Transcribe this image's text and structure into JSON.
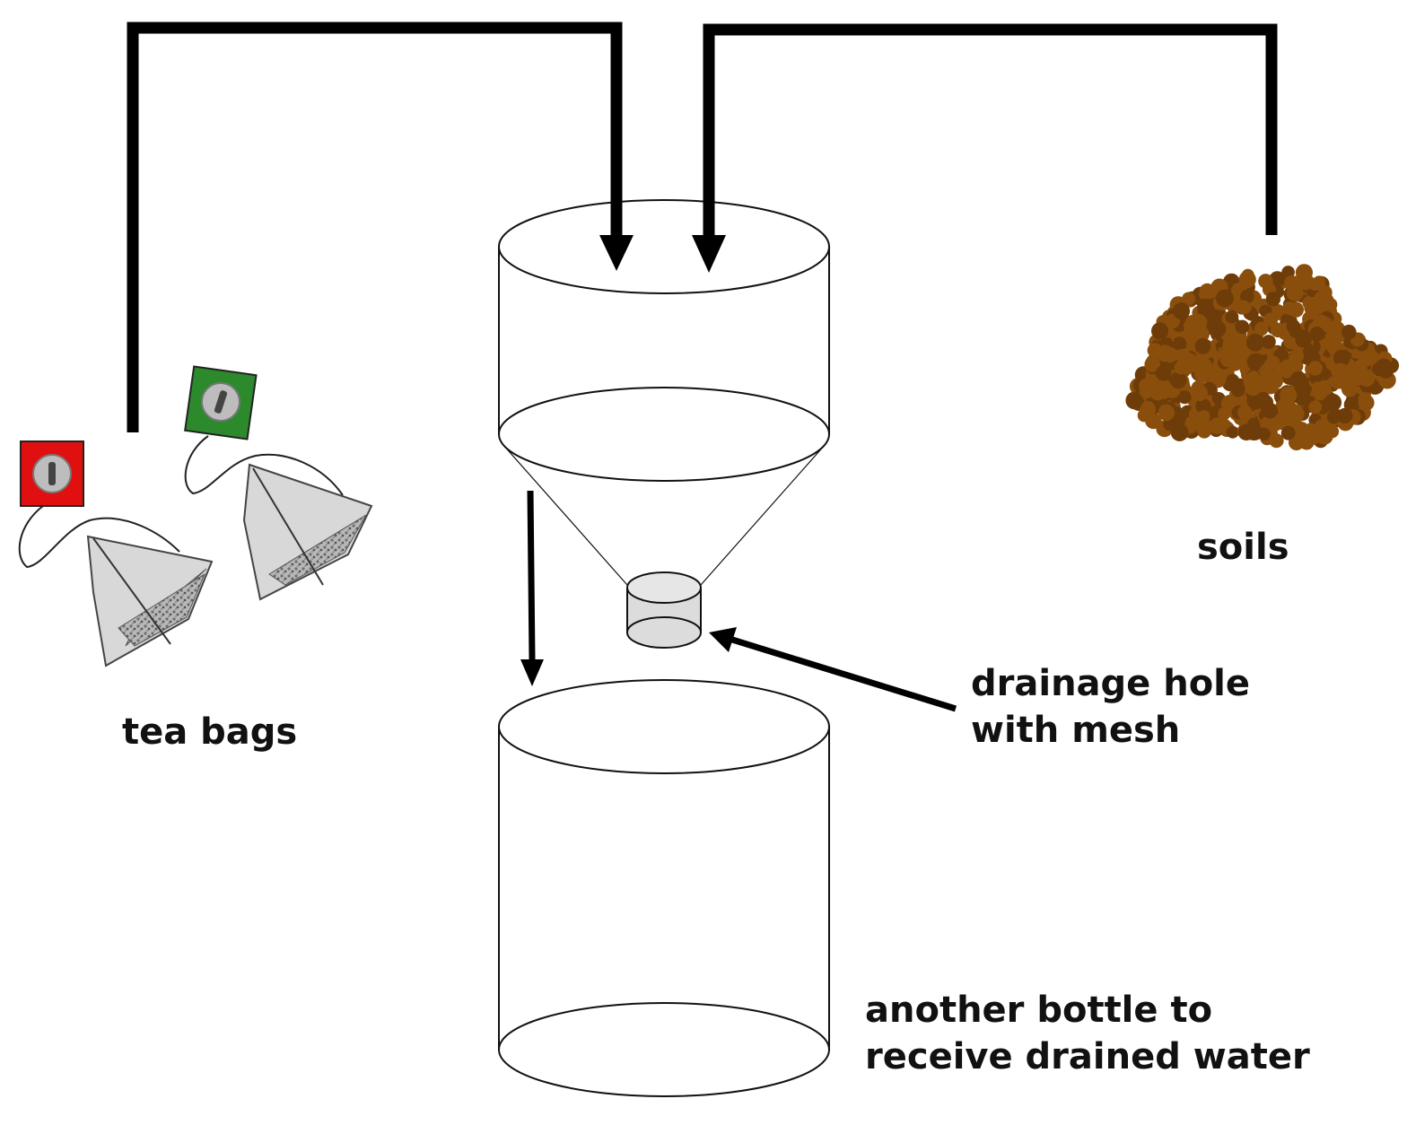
{
  "labels": {
    "tea_bags": "tea bags",
    "soils": "soils",
    "drainage_line1": "drainage hole",
    "drainage_line2": "with mesh",
    "bottle_line1": "another bottle to",
    "bottle_line2": "receive drained water"
  },
  "colors": {
    "outline": "#111111",
    "arrow": "#000000",
    "soil": "#8a4e0c",
    "soil_dark": "#6e3c08",
    "tag_red": "#e01010",
    "tag_green": "#2c8a2c",
    "bag_fill": "#d8d8d8",
    "tea_leaves": "#9a9a9a",
    "mesh_fill": "#dcdcdc"
  }
}
